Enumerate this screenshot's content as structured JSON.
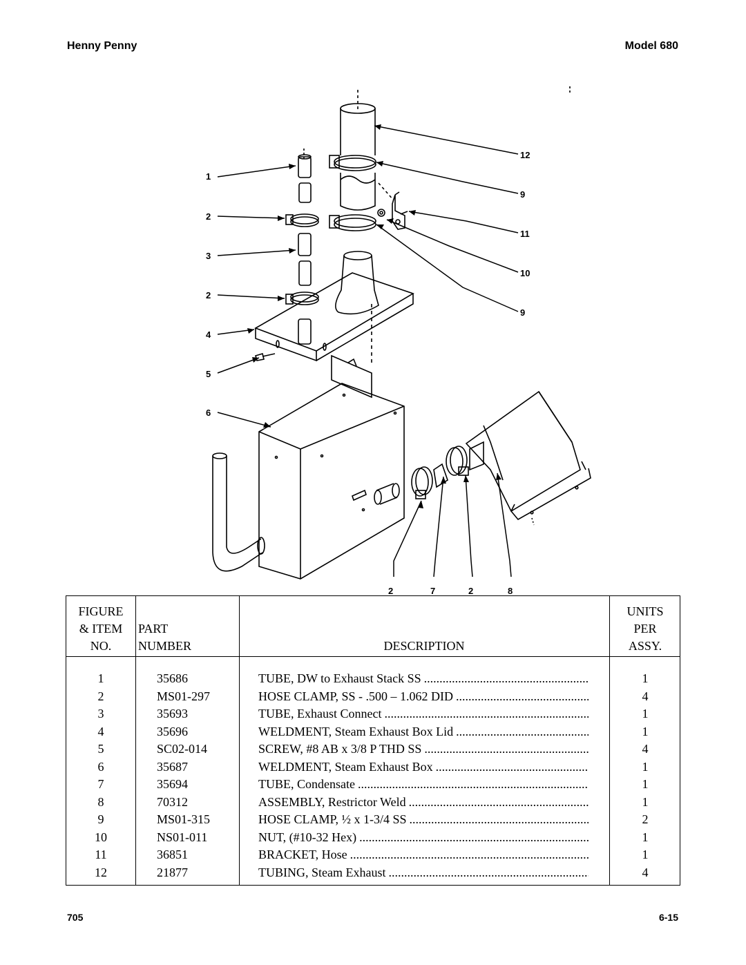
{
  "header": {
    "brand": "Henny Penny",
    "model": "Model 680"
  },
  "footer": {
    "left": "705",
    "right": "6-15"
  },
  "diagram": {
    "callouts_left": [
      "1",
      "2",
      "3",
      "2",
      "4",
      "5",
      "6"
    ],
    "callouts_right": [
      "12",
      "9",
      "11",
      "10",
      "9"
    ],
    "callouts_bottom": [
      "2",
      "7",
      "2",
      "8"
    ]
  },
  "table": {
    "headers": {
      "figure": [
        "FIGURE",
        "& ITEM",
        "NO."
      ],
      "part": [
        "PART",
        "NUMBER"
      ],
      "description": "DESCRIPTION",
      "units": [
        "UNITS",
        "PER",
        "ASSY."
      ]
    },
    "rows": [
      {
        "item": "1",
        "part": "35686",
        "desc": "TUBE, DW to Exhaust Stack SS",
        "qty": "1"
      },
      {
        "item": "2",
        "part": "MS01-297",
        "desc": "HOSE CLAMP, SS - .500 – 1.062 DID",
        "qty": "4"
      },
      {
        "item": "3",
        "part": "35693",
        "desc": "TUBE, Exhaust Connect",
        "qty": "1"
      },
      {
        "item": "4",
        "part": "35696",
        "desc": "WELDMENT, Steam Exhaust Box Lid",
        "qty": "1"
      },
      {
        "item": "5",
        "part": "SC02-014",
        "desc": "SCREW, #8 AB x 3/8 P THD SS",
        "qty": "4"
      },
      {
        "item": "6",
        "part": "35687",
        "desc": "WELDMENT, Steam Exhaust Box",
        "qty": "1"
      },
      {
        "item": "7",
        "part": "35694",
        "desc": "TUBE, Condensate",
        "qty": "1"
      },
      {
        "item": "8",
        "part": "70312",
        "desc": "ASSEMBLY, Restrictor Weld",
        "qty": "1"
      },
      {
        "item": "9",
        "part": "MS01-315",
        "desc": "HOSE CLAMP, ½ x 1-3/4 SS",
        "qty": "2"
      },
      {
        "item": "10",
        "part": "NS01-011",
        "desc": "NUT, (#10-32 Hex)",
        "qty": "1"
      },
      {
        "item": "11",
        "part": "36851",
        "desc": "BRACKET, Hose",
        "qty": "1"
      },
      {
        "item": "12",
        "part": "21877",
        "desc": "TUBING, Steam Exhaust",
        "qty": "4"
      }
    ]
  }
}
